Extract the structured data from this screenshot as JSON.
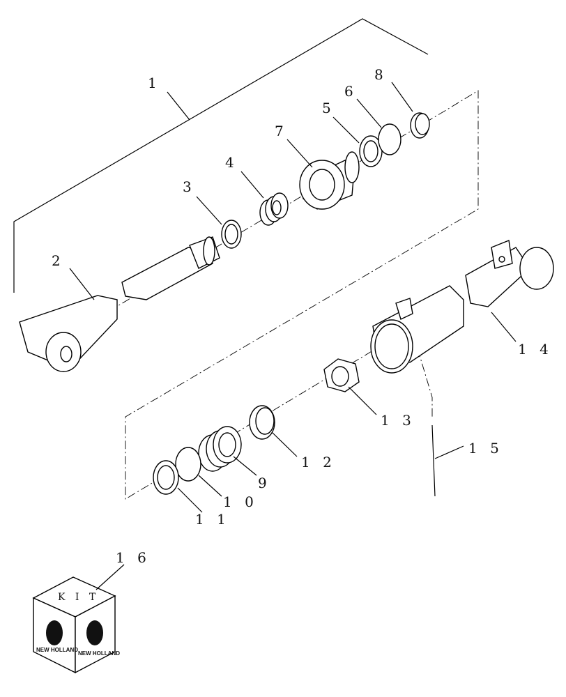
{
  "labels": {
    "l1": "1",
    "l2": "2",
    "l3": "3",
    "l4": "4",
    "l5": "5",
    "l6": "6",
    "l7": "7",
    "l8": "8",
    "l9": "9",
    "l10": "1 0",
    "l11": "1 1",
    "l12": "1 2",
    "l13": "1 3",
    "l14": "1 4",
    "l15": "1 5",
    "l16": "1 6"
  },
  "kit_box": {
    "text": "K I T",
    "brand_left": "NEW HOLLAND",
    "brand_right": "NEW HOLLAND"
  }
}
